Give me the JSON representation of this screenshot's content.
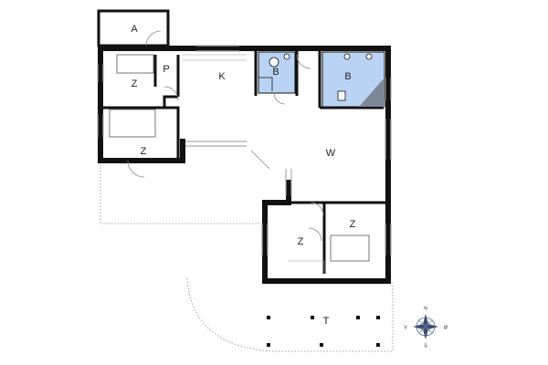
{
  "floorplan": {
    "rooms": {
      "annex": "A",
      "bedroom_top_left": "Z",
      "pantry": "P",
      "kitchen": "K",
      "bathroom_left": "B",
      "bathroom_right": "B",
      "bedroom_left": "Z",
      "living": "W",
      "bedroom_center": "Z",
      "bedroom_right": "Z",
      "terrace": "T"
    },
    "compass": {
      "north": "N",
      "west": "V",
      "east": "Ø",
      "south": "S"
    },
    "colors": {
      "wall": "#111111",
      "bath_fill": "#b9d3f4",
      "shower_fill": "#7c8796",
      "window": "#aaaaaa",
      "outline": "#666666"
    }
  }
}
